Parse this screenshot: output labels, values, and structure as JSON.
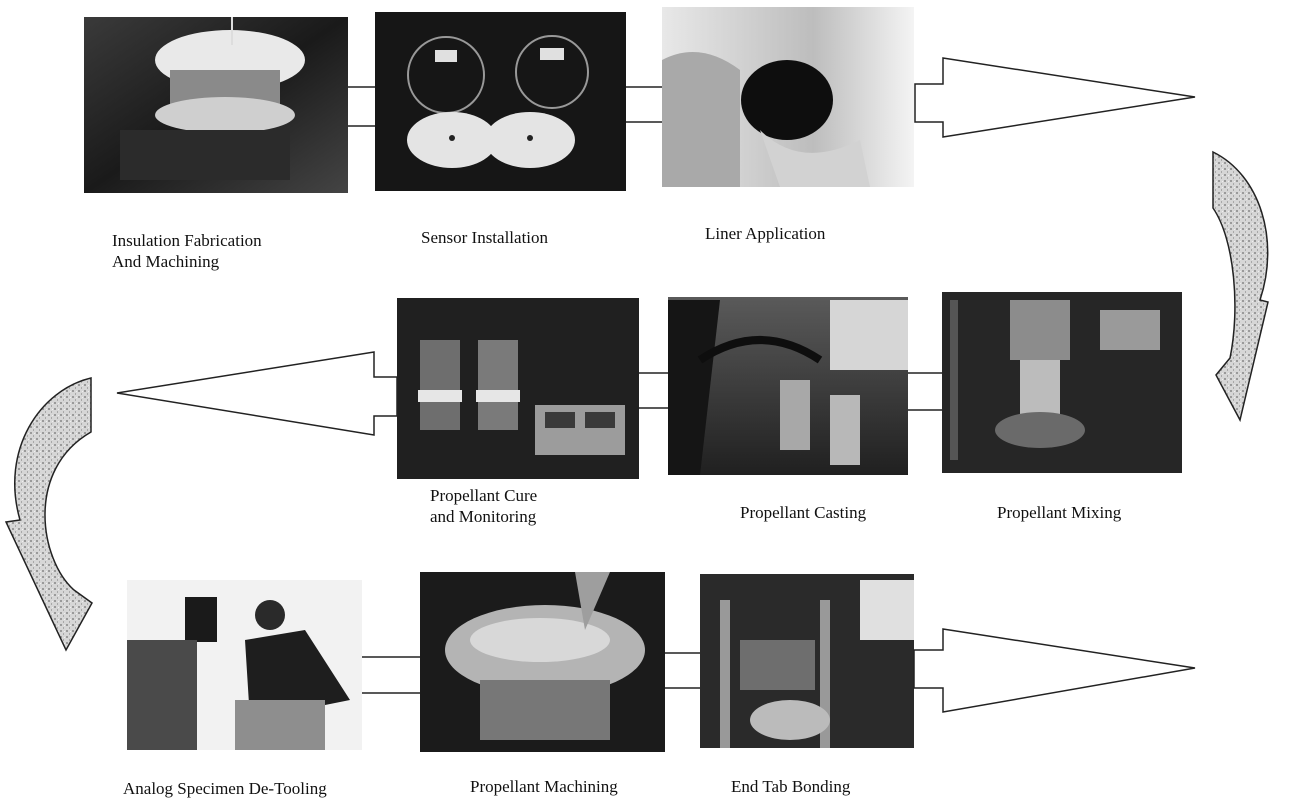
{
  "diagram": {
    "steps": [
      {
        "id": "insulation",
        "caption": "Insulation Fabrication\nAnd Machining",
        "photo": "insulation-machining-photo"
      },
      {
        "id": "sensor",
        "caption": "Sensor Installation",
        "photo": "sensor-installation-photo"
      },
      {
        "id": "liner",
        "caption": "Liner Application",
        "photo": "liner-application-photo"
      },
      {
        "id": "mixing",
        "caption": "Propellant Mixing",
        "photo": "propellant-mixing-photo"
      },
      {
        "id": "casting",
        "caption": "Propellant Casting",
        "photo": "propellant-casting-photo"
      },
      {
        "id": "cure",
        "caption": "Propellant Cure\nand Monitoring",
        "photo": "propellant-cure-photo"
      },
      {
        "id": "bonding",
        "caption": "End Tab Bonding",
        "photo": "end-tab-bonding-photo"
      },
      {
        "id": "machining",
        "caption": "Propellant Machining",
        "photo": "propellant-machining-photo"
      },
      {
        "id": "detooling",
        "caption": "Analog Specimen De-Tooling",
        "photo": "specimen-detooling-photo"
      }
    ],
    "colors": {
      "photo_dark": "#1c1c1c",
      "photo_mid": "#555555",
      "arrow_stroke": "#222222",
      "curve_fill": "#cfcfcf"
    }
  }
}
